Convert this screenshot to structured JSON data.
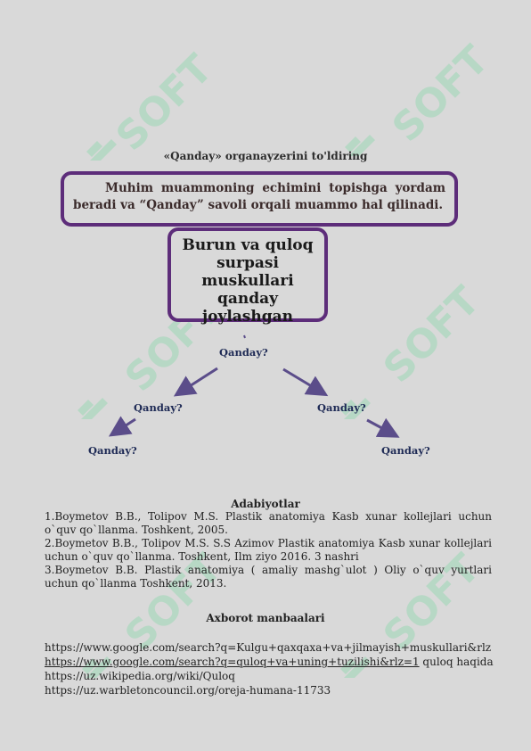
{
  "title": "«Qanday» organayzerini to'ldiring",
  "box_top": {
    "text": "Muhim muammoning echimini topishga yordam beradi va “Qanday” savoli orqali muammo hal qilinadi."
  },
  "box_center": {
    "lines": [
      "Burun va quloq",
      "surpasi muskullari",
      "qanday joylashgan"
    ]
  },
  "questions": {
    "top": "Qanday?",
    "mid_left": "Qanday?",
    "mid_right": "Qanday?",
    "bottom_left": "Qanday?",
    "bottom_right": "Qanday?"
  },
  "references": {
    "heading": "Adabiyotlar",
    "items": [
      "1.Boymetov B.B., Tolipov M.S. Plastik anatomiya  Kasb xunar kollejlari uchun o`quv qo`llanma. Toshkent, 2005.",
      "2.Boymetov B.B., Tolipov M.S. S.S Azimov Plastik anatomiya  Kasb xunar kollejlari uchun o`quv qo`llanma. Toshkent, Ilm ziyo 2016. 3 nashri",
      "3.Boymetov B.B. Plastik anatomiya  ( amaliy mashg`ulot ) Oliy o`quv yurtlari uchun qo`llanma   Toshkent, 2013."
    ]
  },
  "sources": {
    "heading": "Axborot manbaalari",
    "line1": "https://www.google.com/search?q=Kulgu+qaxqaxa+va+jilmayish+muskullari&rlz",
    "line2_link": "https://www.google.com/search?q=quloq+va+uning+tuzilishi&rlz=1",
    "line2_suffix": " quloq haqida",
    "line3": "https://uz.wikipedia.org/wiki/Quloq",
    "line4": "https://uz.warbletoncouncil.org/oreja-humana-11733"
  },
  "watermark": "SOFT",
  "colors": {
    "background": "#d9d9d9",
    "box_border": "#5d2d7a",
    "arrow": "#5b4d8a",
    "question_text": "#1e2a55",
    "watermark": "#78d7a0"
  }
}
